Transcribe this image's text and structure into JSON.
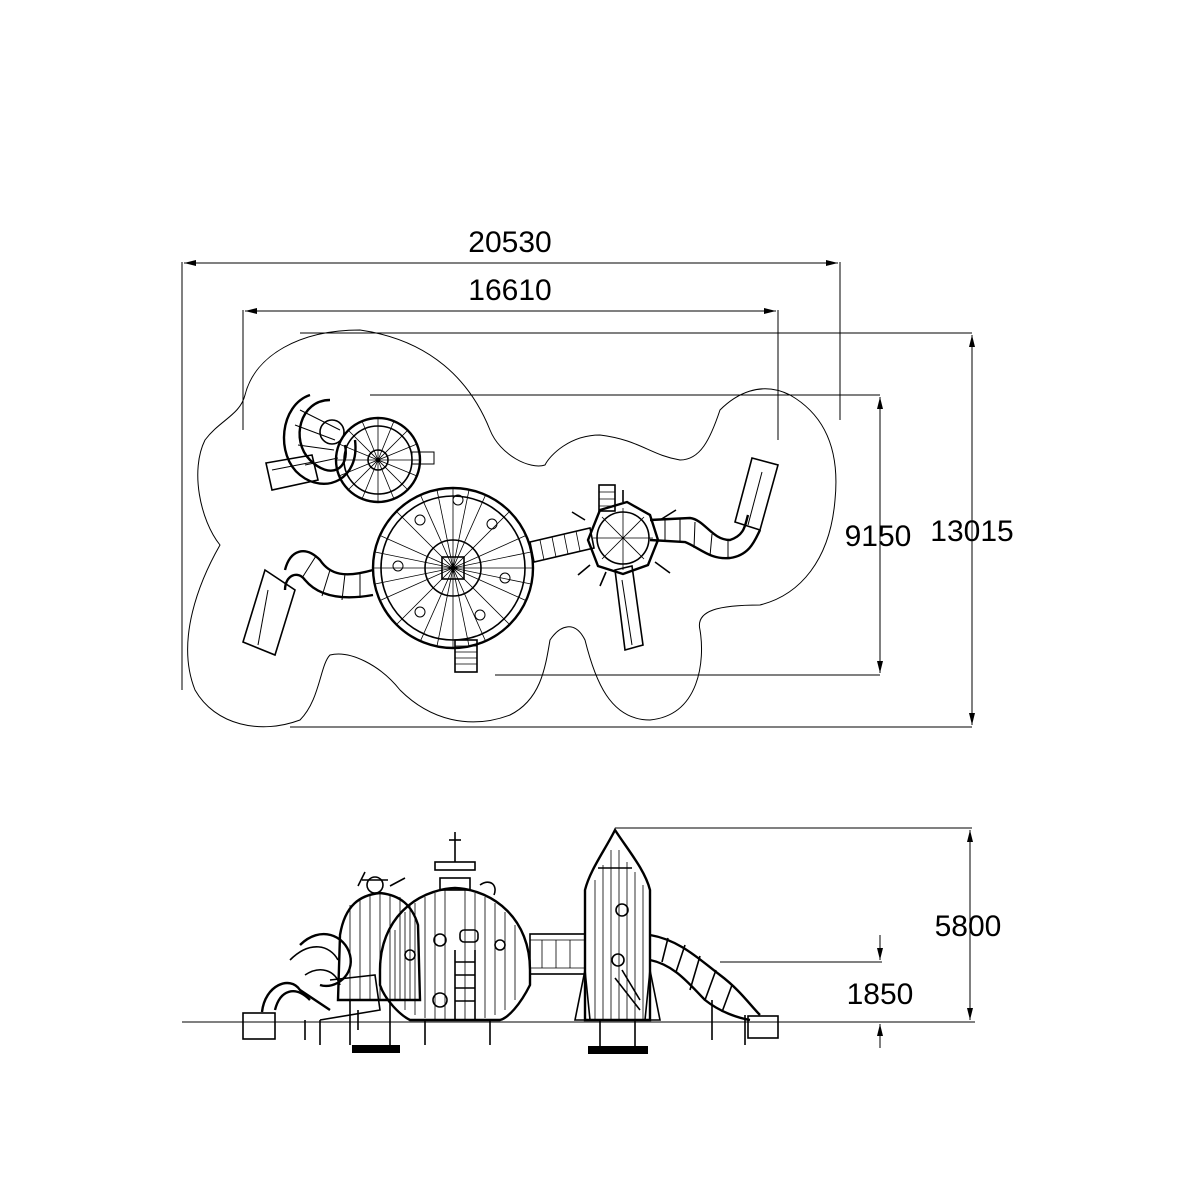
{
  "drawing": {
    "background": "#ffffff",
    "ink": "#000000",
    "plan_view": {
      "dimensions": {
        "overall_width": "20530",
        "inner_width": "16610",
        "inner_depth": "9150",
        "overall_depth": "13015"
      }
    },
    "elevation_view": {
      "dimensions": {
        "total_height": "5800",
        "platform_height": "1850"
      }
    }
  }
}
